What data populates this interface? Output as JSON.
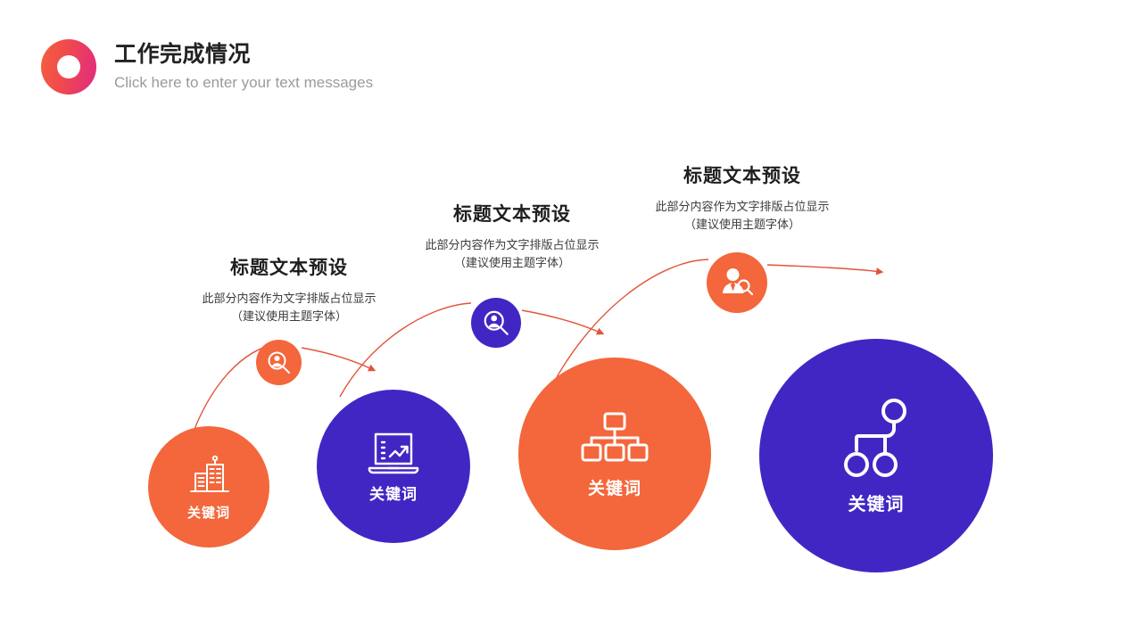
{
  "slide": {
    "background": "#ffffff",
    "accent_orange": "#f4663b",
    "accent_purple": "#4226c4",
    "connector_color": "#e2543a"
  },
  "header": {
    "logo_icon": "gradient-donut-logo",
    "title": "工作完成情况",
    "subtitle": "Click here to enter your text messages"
  },
  "text_blocks": [
    {
      "title": "标题文本预设",
      "line1": "此部分内容作为文字排版占位显示",
      "line2": "（建议使用主题字体）"
    },
    {
      "title": "标题文本预设",
      "line1": "此部分内容作为文字排版占位显示",
      "line2": "（建议使用主题字体）"
    },
    {
      "title": "标题文本预设",
      "line1": "此部分内容作为文字排版占位显示",
      "line2": "（建议使用主题字体）"
    }
  ],
  "nodes": [
    {
      "label": "关键词",
      "color": "#f4663b",
      "icon": "city-buildings-icon"
    },
    {
      "label": "关键词",
      "color": "#4226c4",
      "icon": "laptop-growth-chart-icon"
    },
    {
      "label": "关键词",
      "color": "#f4663b",
      "icon": "org-chart-hierarchy-icon"
    },
    {
      "label": "关键词",
      "color": "#4226c4",
      "icon": "network-nodes-icon"
    }
  ],
  "badges": [
    {
      "color": "#f4663b",
      "icon": "person-search-magnifier-icon"
    },
    {
      "color": "#4226c4",
      "icon": "person-search-magnifier-icon"
    },
    {
      "color": "#f4663b",
      "icon": "user-profile-search-icon"
    }
  ],
  "connectors": [
    {
      "from": "node-1",
      "to": "node-2",
      "style": "curved-arrow"
    },
    {
      "from": "node-2",
      "to": "node-3",
      "style": "curved-arrow"
    },
    {
      "from": "node-3",
      "to": "node-4",
      "style": "curved-arrow"
    }
  ]
}
